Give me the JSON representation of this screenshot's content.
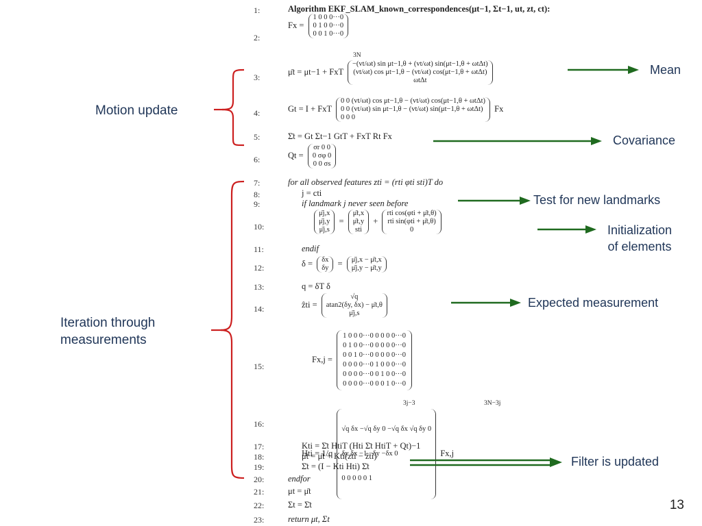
{
  "algorithm": {
    "lines": [
      {
        "n": "1:",
        "text": "Algorithm EKF_SLAM_known_correspondences(μt−1, Σt−1, ut, zt, ct):"
      },
      {
        "n": "2:",
        "text": "Fx ="
      },
      {
        "n": "3:",
        "text": "μ̄t = μt−1 + FxT"
      },
      {
        "n": "4:",
        "text": "Gt = I + FxT"
      },
      {
        "n": "5:",
        "text": "Σ̄t = Gt Σt−1 GtT + FxT Rt Fx"
      },
      {
        "n": "6:",
        "text": "Qt ="
      },
      {
        "n": "7:",
        "text": "for all observed features zti = (rti φti sti)T do"
      },
      {
        "n": "8:",
        "text": "j = cti"
      },
      {
        "n": "9:",
        "text": "if landmark j never seen before"
      },
      {
        "n": "10:",
        "text": ""
      },
      {
        "n": "11:",
        "text": "endif"
      },
      {
        "n": "12:",
        "text": "δ ="
      },
      {
        "n": "13:",
        "text": "q = δT δ"
      },
      {
        "n": "14:",
        "text": "ẑti ="
      },
      {
        "n": "15:",
        "text": "Fx,j ="
      },
      {
        "n": "16:",
        "text": "Hti = 1/q"
      },
      {
        "n": "17:",
        "text": "Kti = Σ̄t HtiT (Hti Σ̄t HtiT + Qt)−1"
      },
      {
        "n": "18:",
        "text": "μ̄t = μ̄t + Kti(zti − ẑti)"
      },
      {
        "n": "19:",
        "text": "Σ̄t = (I − Kti Hti) Σ̄t"
      },
      {
        "n": "20:",
        "text": "endfor"
      },
      {
        "n": "21:",
        "text": "μt = μ̄t"
      },
      {
        "n": "22:",
        "text": "Σt = Σ̄t"
      },
      {
        "n": "23:",
        "text": "return μt, Σt"
      }
    ],
    "fx_matrix": [
      "1  0  0  0···0",
      "0  1  0  0···0",
      "0  0  1  0···0"
    ],
    "fx_under": "3N",
    "mean_vec": [
      "−(vt/ωt) sin μt−1,θ + (vt/ωt) sin(μt−1,θ + ωtΔt)",
      "(vt/ωt) cos μt−1,θ − (vt/ωt) cos(μt−1,θ + ωtΔt)",
      "ωtΔt"
    ],
    "g_matrix": [
      "0  0  (vt/ωt) cos μt−1,θ − (vt/ωt) cos(μt−1,θ + ωtΔt)",
      "0  0  (vt/ωt) sin μt−1,θ − (vt/ωt) sin(μt−1,θ + ωtΔt)",
      "0  0  0"
    ],
    "g_suffix": "Fx",
    "q_matrix": [
      "σr   0    0",
      "0    σφ   0",
      "0    0    σs"
    ],
    "init_lhs": [
      "μ̄j,x",
      "μ̄j,y",
      "μ̄j,s"
    ],
    "init_mid": [
      "μ̄t,x",
      "μ̄t,y",
      "sti"
    ],
    "init_rhs": [
      "rti cos(φti + μ̄t,θ)",
      "rti sin(φti + μ̄t,θ)",
      "0"
    ],
    "delta_lhs": [
      "δx",
      "δy"
    ],
    "delta_rhs": [
      "μ̄j,x − μ̄t,x",
      "μ̄j,y − μ̄t,y"
    ],
    "zhat_vec": [
      "√q",
      "atan2(δy, δx) − μ̄t,θ",
      "μ̄j,s"
    ],
    "fxj_matrix": [
      "1  0  0  0···0  0  0  0  0···0",
      "0  1  0  0···0  0  0  0  0···0",
      "0  0  1  0···0  0  0  0  0···0",
      "0  0  0  0···0  1  0  0  0···0",
      "0  0  0  0···0  0  1  0  0···0",
      "0  0  0  0···0  0  0  1  0···0"
    ],
    "fxj_under1": "3j−3",
    "fxj_under2": "3N−3j",
    "h_matrix": [
      "√q δx   −√q δy   0   −√q δx   √q δy   0",
      "δy      δx      −1   −δy      −δx     0",
      "0       0        0    0        0      1"
    ],
    "h_suffix": "Fx,j"
  },
  "labels": {
    "motion_update": "Motion update",
    "iteration": "Iteration through",
    "iteration2": "measurements"
  },
  "notes": {
    "mean": "Mean",
    "covariance": "Covariance",
    "test_new": "Test for new landmarks",
    "init1": "Initialization",
    "init2": "of elements",
    "expected": "Expected measurement",
    "filter": "Filter is updated"
  },
  "page_number": "13",
  "colors": {
    "arrow": "#1f6a1f",
    "brace": "#cc1f1f",
    "label": "#1f3557"
  }
}
